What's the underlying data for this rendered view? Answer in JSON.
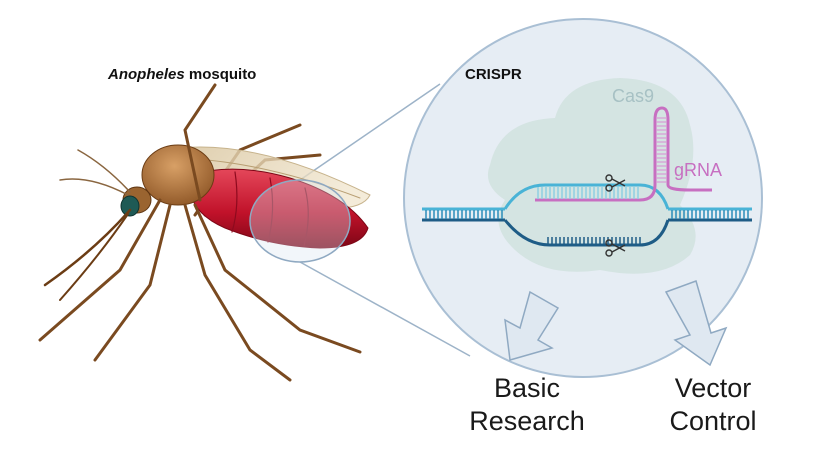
{
  "mosquito_label": {
    "genus": "Anopheles",
    "rest": " mosquito"
  },
  "crispr_label": "CRISPR",
  "cas9_label": "Cas9",
  "grna_label": "gRNA",
  "outcomes": {
    "basic": [
      "Basic",
      "Research"
    ],
    "vector": [
      "Vector",
      "Control"
    ]
  },
  "colors": {
    "bubble": "#e6edf4",
    "bubble_stroke": "#a9bfd4",
    "cas9_blob": "#cfe1dd",
    "dna_light": "#49b3d6",
    "dna_dark": "#1e5c86",
    "grna": "#c76fc1",
    "mosquito_body": "#a86d3a",
    "abdomen": "#c1122a",
    "arrow": "#dfe8f1"
  }
}
